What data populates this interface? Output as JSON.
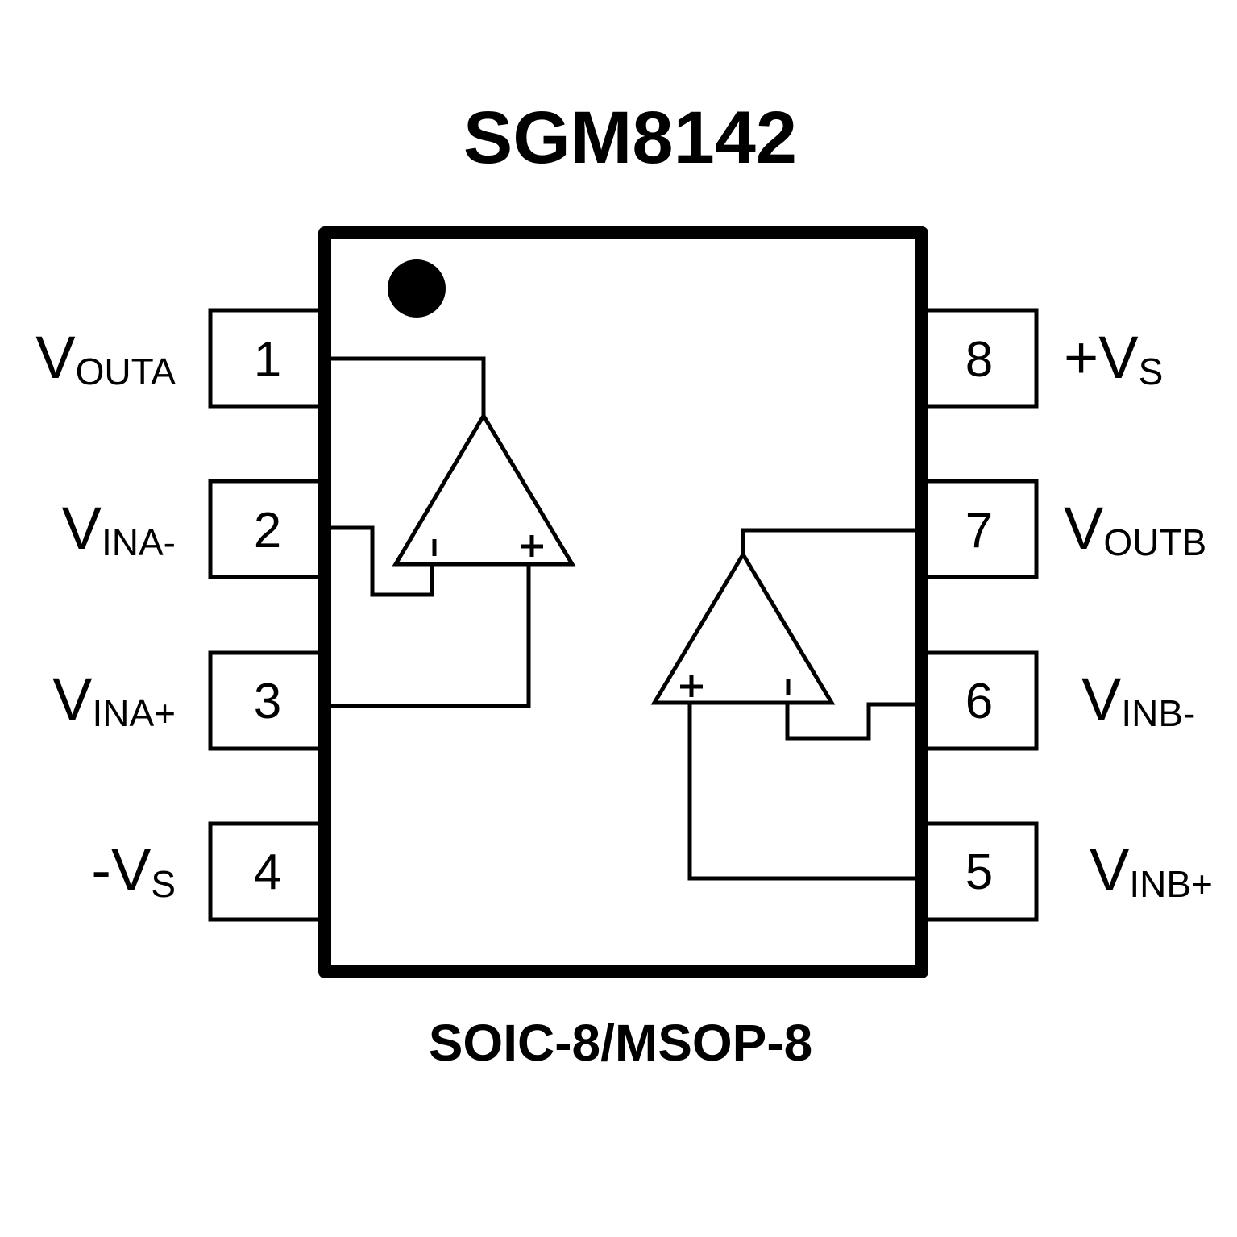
{
  "title": "SGM8142",
  "package": "SOIC-8/MSOP-8",
  "pins": [
    {
      "num": "1",
      "prefix": "",
      "main": "V",
      "sub": "OUTA"
    },
    {
      "num": "2",
      "prefix": "",
      "main": "V",
      "sub": "INA-"
    },
    {
      "num": "3",
      "prefix": "",
      "main": "V",
      "sub": "INA+"
    },
    {
      "num": "4",
      "prefix": "-",
      "main": "V",
      "sub": "S"
    },
    {
      "num": "5",
      "prefix": "",
      "main": "V",
      "sub": "INB+"
    },
    {
      "num": "6",
      "prefix": "",
      "main": "V",
      "sub": "INB-"
    },
    {
      "num": "7",
      "prefix": "",
      "main": "V",
      "sub": "OUTB"
    },
    {
      "num": "8",
      "prefix": "+",
      "main": "V",
      "sub": "S"
    }
  ],
  "amp_a": {
    "minus": "-",
    "plus": "+"
  },
  "amp_b": {
    "minus": "-",
    "plus": "+"
  }
}
